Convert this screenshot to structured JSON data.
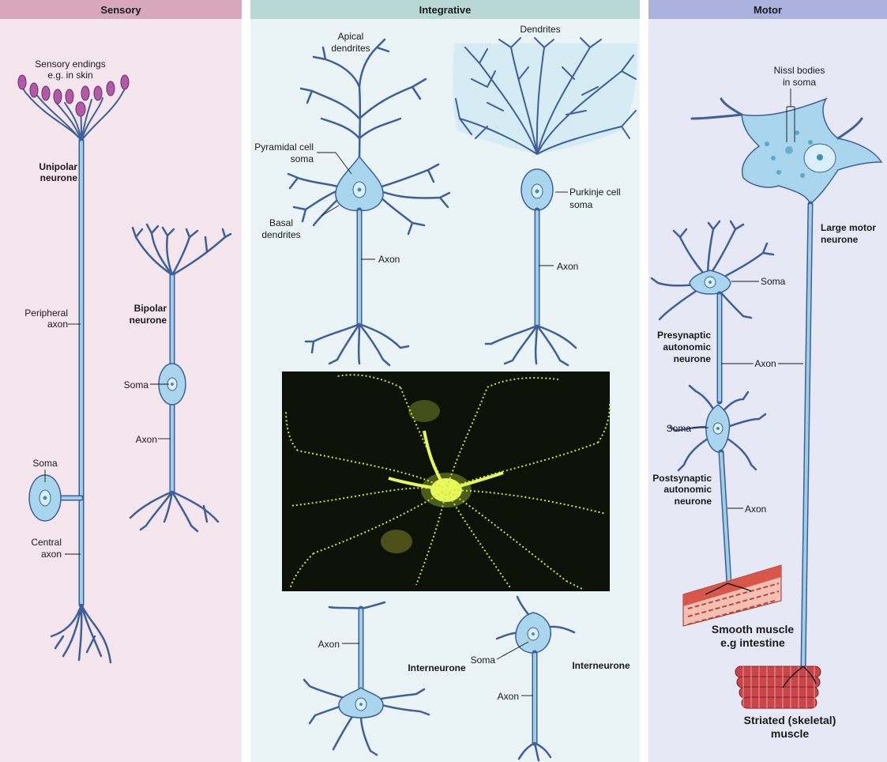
{
  "panels": {
    "sensory": {
      "title": "Sensory",
      "color": "#f4e6ec",
      "header_color": "#d6a8ba"
    },
    "integrative": {
      "title": "Integrative",
      "color": "#eaf4f6",
      "header_color": "#b8d8d8"
    },
    "motor": {
      "title": "Motor",
      "color": "#e6e8f6",
      "header_color": "#aab2dc"
    }
  },
  "sensory_labels": {
    "endings_1": "Sensory endings",
    "endings_2": "e.g. in skin",
    "unipolar_1": "Unipolar",
    "unipolar_2": "neurone",
    "peripheral_1": "Peripheral",
    "peripheral_2": "axon",
    "soma": "Soma",
    "central_1": "Central",
    "central_2": "axon",
    "bipolar_1": "Bipolar",
    "bipolar_2": "neurone",
    "bipolar_soma": "Soma",
    "bipolar_axon": "Axon"
  },
  "integrative_labels": {
    "apical_1": "Apical",
    "apical_2": "dendrites",
    "pyramidal_1": "Pyramidal cell",
    "pyramidal_2": "soma",
    "basal_1": "Basal",
    "basal_2": "dendrites",
    "pyr_axon": "Axon",
    "dendrites": "Dendrites",
    "purkinje_1": "Purkinje cell",
    "purkinje_2": "soma",
    "purk_axon": "Axon",
    "inter1_axon": "Axon",
    "inter1_title": "Interneurone",
    "inter2_soma": "Soma",
    "inter2_axon": "Axon",
    "inter2_title": "Interneurone"
  },
  "motor_labels": {
    "nissl_1": "Nissl bodies",
    "nissl_2": "in soma",
    "large_1": "Large motor",
    "large_2": "neurone",
    "pre_soma": "Soma",
    "pre_1": "Presynaptic",
    "pre_2": "autonomic",
    "pre_3": "neurone",
    "mid_axon": "Axon",
    "post_soma": "Soma",
    "post_1": "Postsynaptic",
    "post_2": "autonomic",
    "post_3": "neurone",
    "post_axon": "Axon",
    "smooth_1": "Smooth muscle",
    "smooth_2": "e.g intestine",
    "striated_1": "Striated (skeletal)",
    "striated_2": "muscle"
  },
  "colors": {
    "neuron_outline": "#3f5f9a",
    "neuron_fill": "#a9d6ec",
    "sensory_ending": "#b15aa6",
    "micrograph_bg": "#0c1208",
    "micrograph_glow": "#c8e63a",
    "smooth_muscle": "#d9564a",
    "striated_muscle": "#c8454a"
  }
}
